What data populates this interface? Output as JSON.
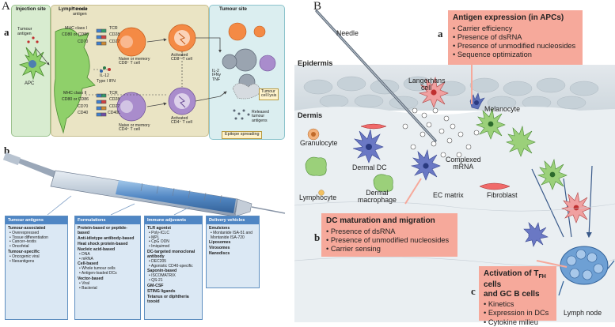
{
  "panel_a": {
    "letter": "A",
    "sub_a": "a",
    "injection_site": "Injection site",
    "lymph_node": "Lymph node",
    "tumour_site": "Tumour site",
    "tumour_antigen_left": [
      "Tumour",
      "antigen"
    ],
    "tumour_antigen_top": [
      "Tumour",
      "antigen"
    ],
    "apc": "APC",
    "mhc_top": "MHC class I",
    "cd80_top": "CD80 or CD86",
    "cd70_top": "CD70",
    "tcr_top": "TCR",
    "cd28_top": "CD28",
    "cd27_top": "CD27",
    "naive_cd8": [
      "Naive or memory",
      "CD8⁺ T cell"
    ],
    "activated_cd8": [
      "Activated",
      "CD8⁺ T cell"
    ],
    "il12": "IL-12",
    "type1_ifn": "Type I IFN",
    "mhc_bottom": "MHC class II",
    "cd80_bottom": "CD80 or CD86",
    "cd70_bottom": "CD70",
    "cd40_bottom": "CD40",
    "tcr_bottom": "TCR",
    "cd28_bottom": "CD28",
    "cd27_bottom": "CD27",
    "cd40l_bottom": "CD40L",
    "naive_cd4": [
      "Naive or memory",
      "CD4⁺ T cell"
    ],
    "activated_cd4": [
      "Activated",
      "CD4⁺ T cell"
    ],
    "cytokines": [
      "IL-2",
      "IFNγ",
      "TNF"
    ],
    "tumour_lysis": [
      "Tumour",
      "cell lysis"
    ],
    "released_antigens": [
      "Released",
      "tumour",
      "antigens"
    ],
    "epitope_spreading": "Epitope spreading"
  },
  "panel_b_left": {
    "sub_b": "b",
    "columns": [
      {
        "header": "Tumour antigens",
        "groups": [
          {
            "title": "Tumour-associated",
            "items": [
              "Overexpressed",
              "Tissue differentiation",
              "Cancer–testis",
              "Oncofetal"
            ]
          },
          {
            "title": "Tumour-specific",
            "items": [
              "Oncogenic viral",
              "Neoantigens"
            ]
          }
        ]
      },
      {
        "header": "Formulations",
        "groups": [
          {
            "title": "Protein-based or peptide-based",
            "items": []
          },
          {
            "title": "Anti-idiotype antibody-based",
            "items": []
          },
          {
            "title": "Heat shock protein-based",
            "items": []
          },
          {
            "title": "Nucleic acid-based",
            "items": [
              "DNA",
              "mRNA"
            ]
          },
          {
            "title": "Cell-based",
            "items": [
              "Whole tumour cells",
              "Antigen-loaded DCs"
            ]
          },
          {
            "title": "Vector-based",
            "items": [
              "Viral",
              "Bacterial"
            ]
          }
        ]
      },
      {
        "header": "Immune adjuvants",
        "groups": [
          {
            "title": "TLR agonist",
            "items": [
              "Poly-ICLC",
              "MPL",
              "CpG ODN",
              "Imiquimod"
            ]
          },
          {
            "title": "DC-targeted monoclonal antibody",
            "items": [
              "DEC205",
              "Agonistic CD40-specific"
            ]
          },
          {
            "title": "Saponin-based",
            "items": [
              "ISCOMATRIX",
              "QS-21"
            ]
          },
          {
            "title": "GM-CSF",
            "items": []
          },
          {
            "title": "STING ligands",
            "items": []
          },
          {
            "title": "Tetanus or diphtheria toxoid",
            "items": []
          }
        ]
      },
      {
        "header": "Delivery vehicles",
        "groups": [
          {
            "title": "Emulsions",
            "items": [
              "Montanide ISA-51 and Montanide ISA-720"
            ]
          },
          {
            "title": "Liposomes",
            "items": []
          },
          {
            "title": "Virosomes",
            "items": []
          },
          {
            "title": "Nanodiscs",
            "items": []
          }
        ]
      }
    ]
  },
  "panel_b_right": {
    "letter": "B",
    "needle": "Needle",
    "epidermis": "Epidermis",
    "dermis": "Dermis",
    "langerhans": [
      "Langerhans",
      "cell"
    ],
    "melanocyte": "Melanocyte",
    "granulocyte": "Granulocyte",
    "dermal_dc": "Dermal DC",
    "complexed_mrna": [
      "Complexed",
      "mRNA"
    ],
    "lymphocyte": "Lymphocyte",
    "dermal_macrophage": [
      "Dermal",
      "macrophage"
    ],
    "ec_matrix": "EC matrix",
    "fibroblast": "Fibroblast",
    "lymph_node": "Lymph node",
    "box_a": {
      "letter": "a",
      "title": "Antigen expression (in APCs)",
      "items": [
        "Carrier efficiency",
        "Presence of dsRNA",
        "Presence of unmodified nucleosides",
        "Sequence optimization"
      ]
    },
    "box_b": {
      "letter": "b",
      "title": "DC maturation and migration",
      "items": [
        "Presence of dsRNA",
        "Presence of unmodified nucleosides",
        "Carrier sensing"
      ]
    },
    "box_c": {
      "letter": "c",
      "title_l1": "Activation of T",
      "title_sub": "FH",
      "title_l1_end": " cells",
      "title_l2": "and GC B cells",
      "items": [
        "Kinetics",
        "Expression in DCs",
        "Cytokine milieu"
      ]
    }
  },
  "colors": {
    "green_panel": "#d8ecd0",
    "lymph_panel": "#eae4c4",
    "tumour_panel": "#dbeef0",
    "table_header": "#4f86c4",
    "red_box": "#f6a99b"
  }
}
